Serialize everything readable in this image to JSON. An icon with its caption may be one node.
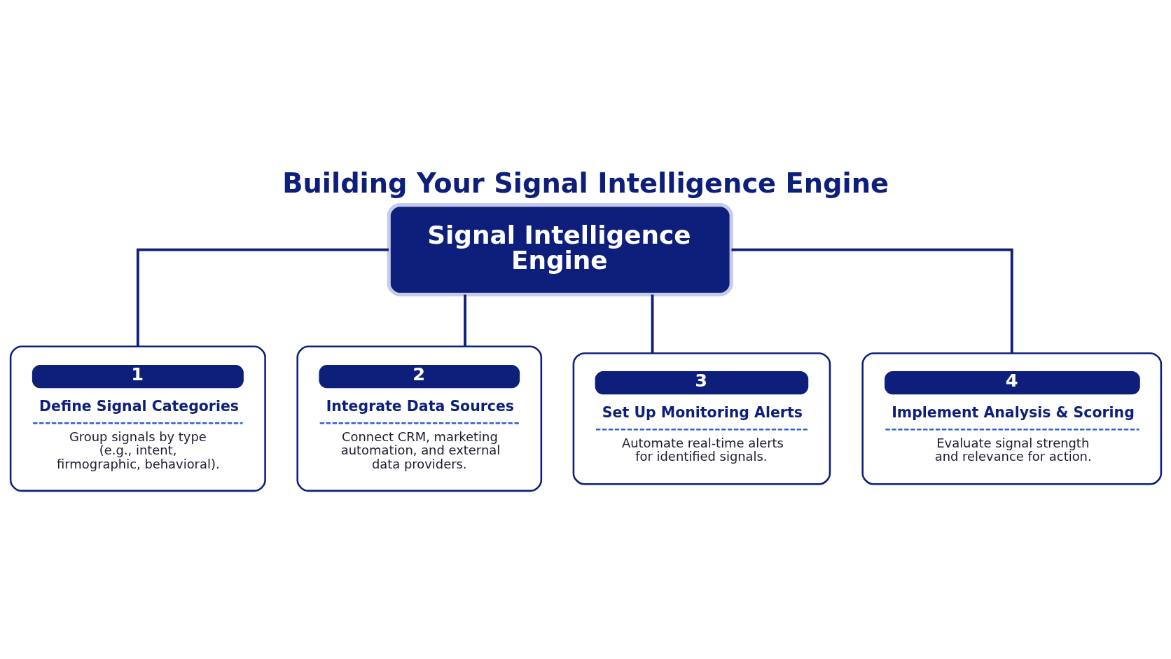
{
  "diagram": {
    "title": "Building Your Signal Intelligence Engine",
    "nodes": [
      {
        "text": [
          "Signal Intelligence Engine"
        ]
      },
      {
        "text": [
          "1",
          "Define Signal Categories",
          "Group signals by type (e.g., intent, firmographic, behavioral)."
        ]
      },
      {
        "text": [
          "2",
          "Integrate Data Sources",
          "Connect CRM, marketing automation, and external data providers."
        ]
      },
      {
        "text": [
          "3",
          "Set Up Monitoring Alerts",
          "Automate real-time alerts for identified signals."
        ]
      },
      {
        "text": [
          "4",
          "Implement Analysis & Scoring",
          "Evaluate signal strength and relevance for action."
        ]
      }
    ],
    "edges": [
      {
        "from": 0,
        "to": 1,
        "arrow": "none"
      },
      {
        "from": 0,
        "to": 2,
        "arrow": "none"
      },
      {
        "from": 0,
        "to": 3,
        "arrow": "none"
      },
      {
        "from": 0,
        "to": 4,
        "arrow": "none"
      }
    ]
  }
}
